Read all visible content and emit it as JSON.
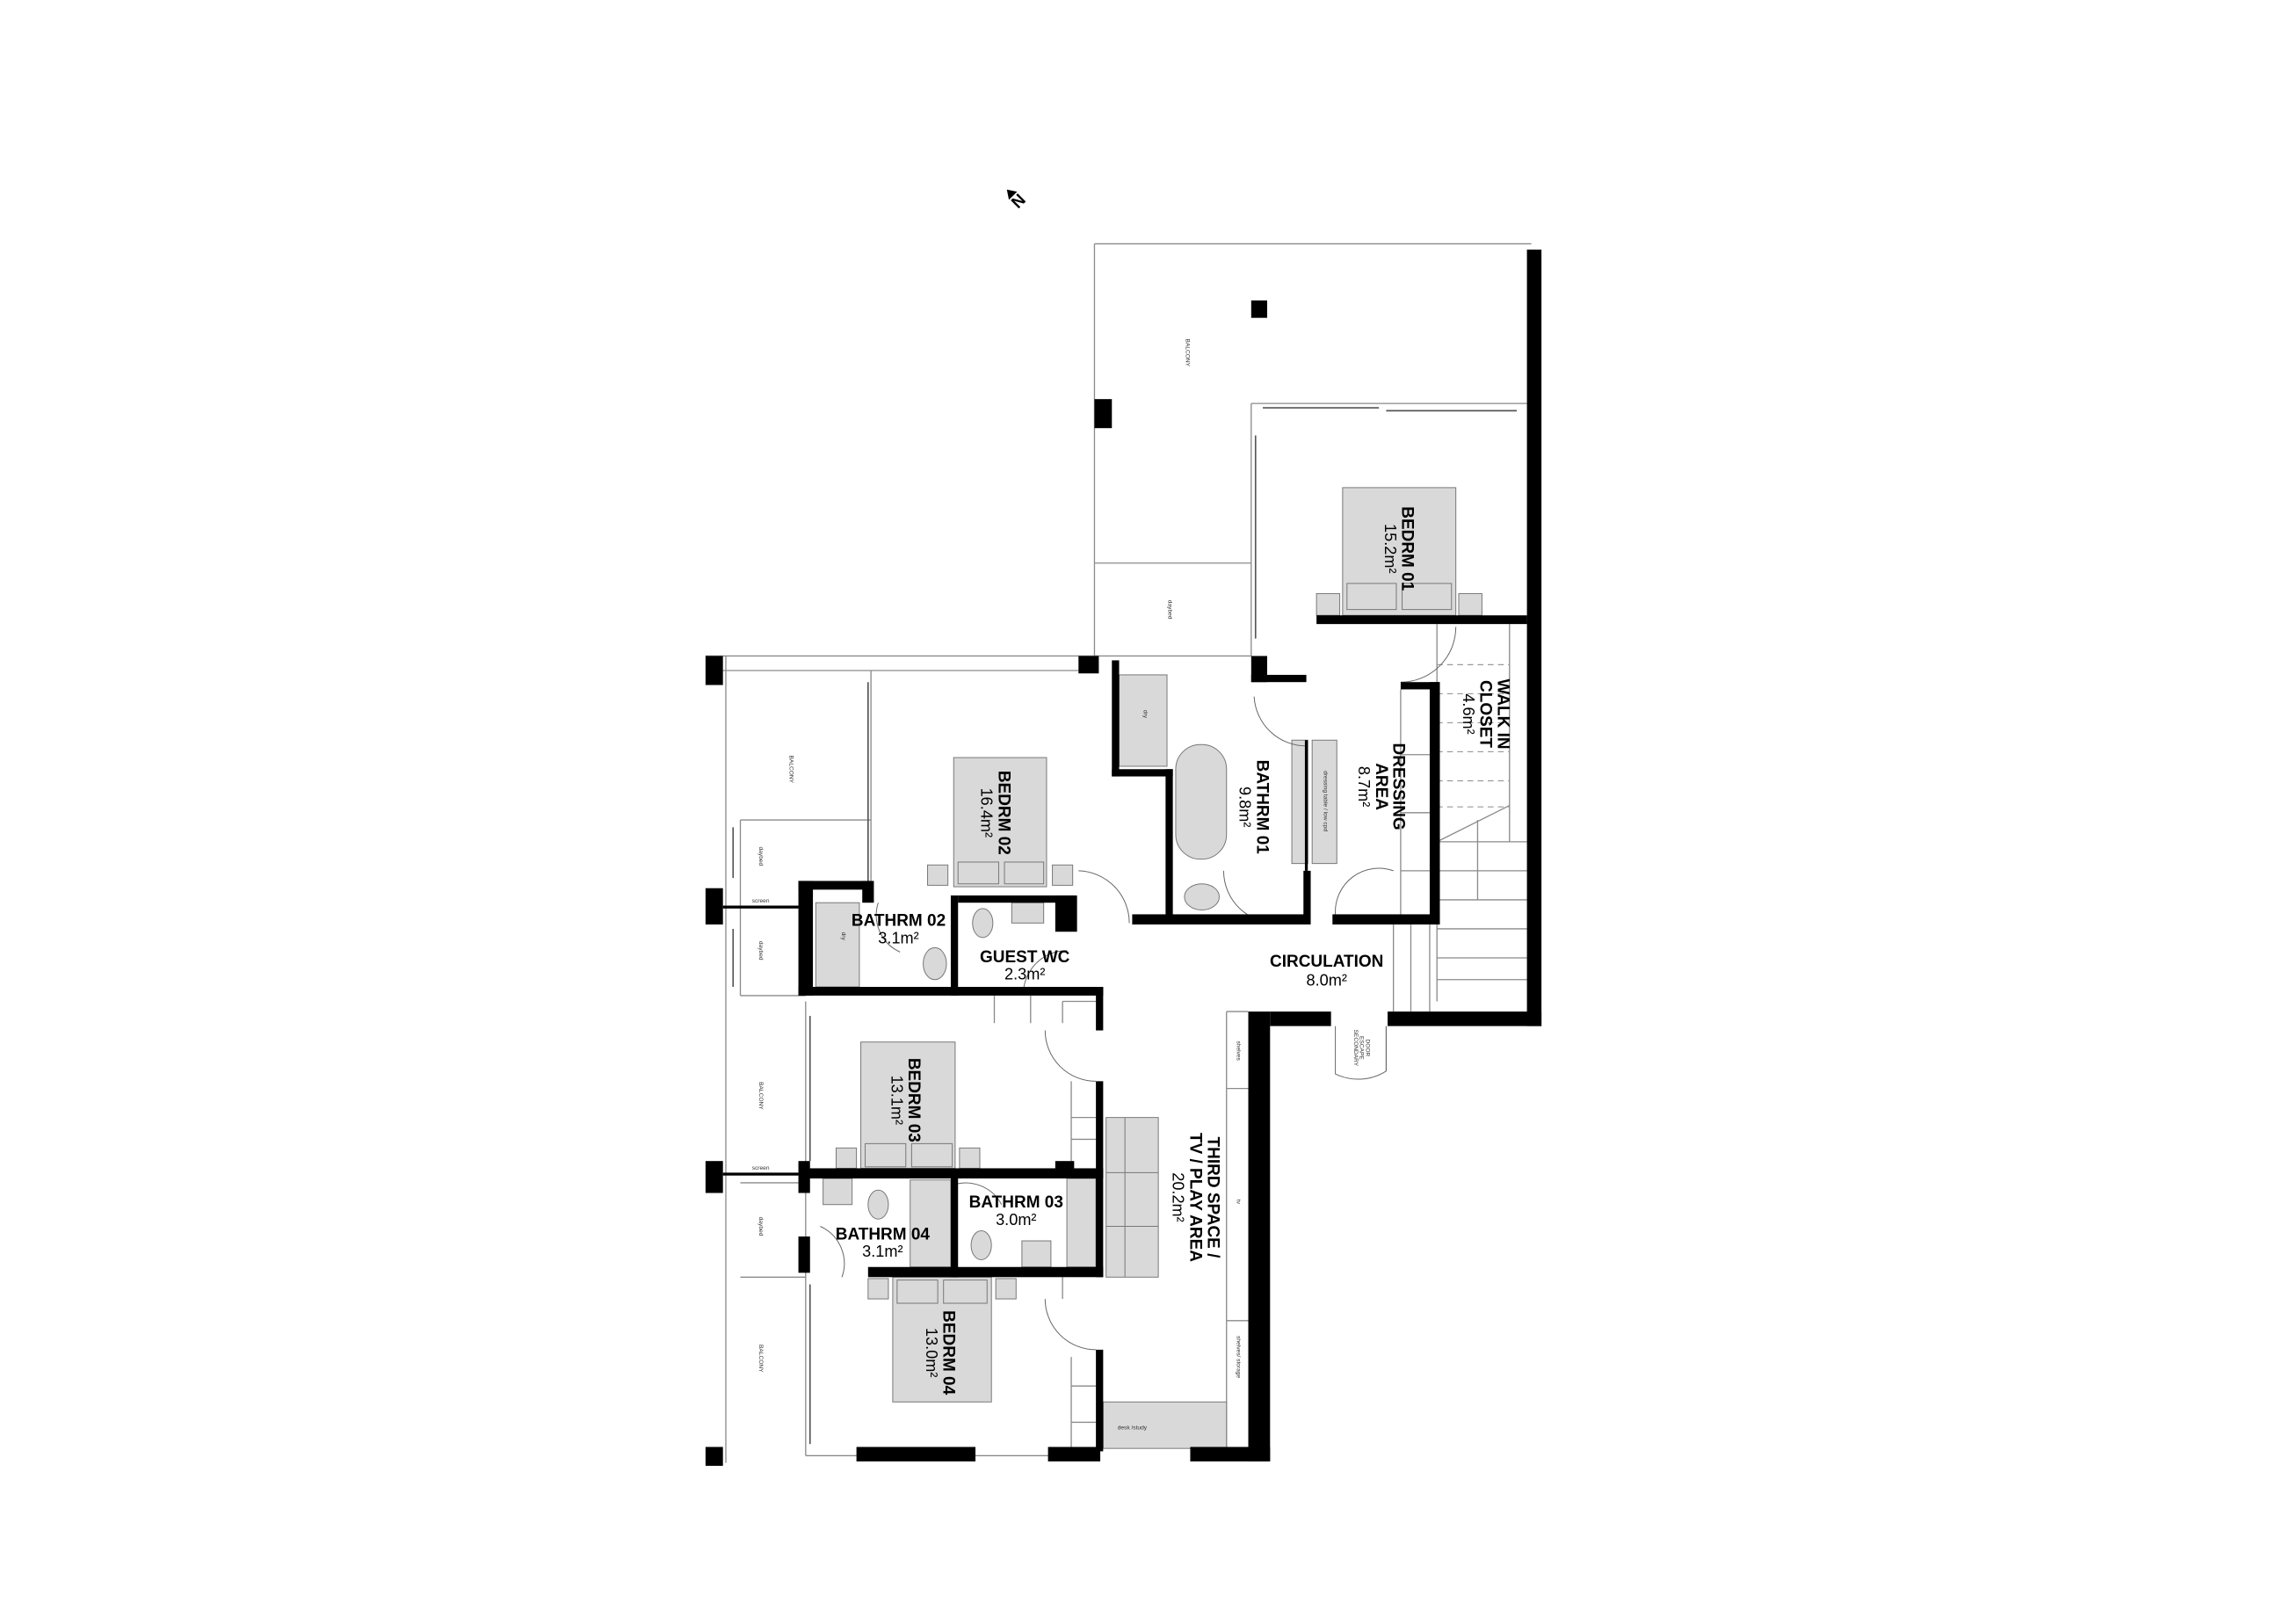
{
  "north_label": "N",
  "rooms": {
    "bedrm01": {
      "name": "BEDRM 01",
      "area": "15.2m²"
    },
    "walkin": {
      "name1": "WALK IN",
      "name2": "CLOSET",
      "area": "4.6m²"
    },
    "dressing": {
      "name1": "DRESSING",
      "name2": "AREA",
      "area": "8.7m²"
    },
    "bathrm01": {
      "name": "BATHRM 01",
      "area": "9.8m²"
    },
    "bedrm02": {
      "name": "BEDRM 02",
      "area": "16.4m²"
    },
    "bathrm02": {
      "name": "BATHRM 02",
      "area": "3.1m²"
    },
    "guestwc": {
      "name": "GUEST WC",
      "area": "2.3m²"
    },
    "circulation": {
      "name": "CIRCULATION",
      "area": "8.0m²"
    },
    "bedrm03": {
      "name": "BEDRM 03",
      "area": "13.1m²"
    },
    "bathrm03": {
      "name": "BATHRM 03",
      "area": "3.0m²"
    },
    "bathrm04": {
      "name": "BATHRM 04",
      "area": "3.1m²"
    },
    "bedrm04": {
      "name": "BEDRM 04",
      "area": "13.0m²"
    },
    "thirdspace": {
      "name1": "THIRD SPACE /",
      "name2": "TV / PLAY AREA",
      "area": "20.2m²"
    }
  },
  "annotations": {
    "balcony": "BALCONY",
    "daybed": "daybed",
    "screen": "screen",
    "dry": "dry",
    "dressing_table": "dressing table / low cpd",
    "shelves": "shelves",
    "tv": "tv",
    "shelves_storage": "shelves/ storage",
    "desk_study": "desk /study",
    "escape1": "SECONDARY",
    "escape2": "ESCAPE",
    "escape3": "DOOR"
  }
}
